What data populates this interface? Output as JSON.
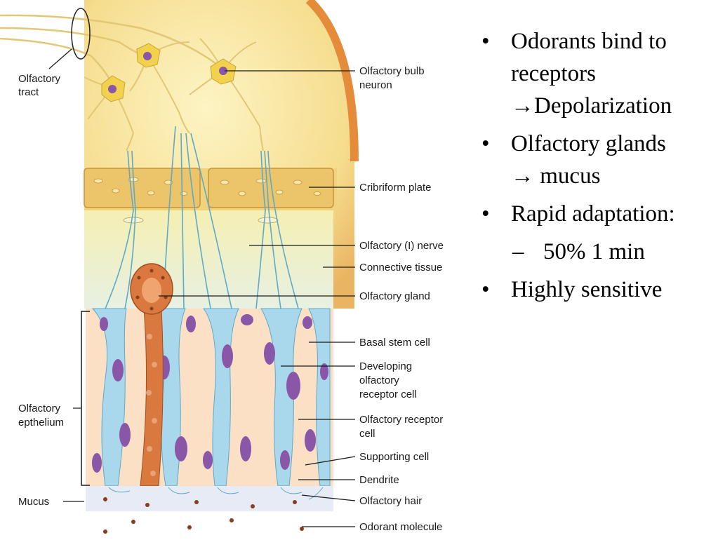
{
  "labels": {
    "olfactory_tract_line1": "Olfactory",
    "olfactory_tract_line2": "tract",
    "olfactory_epithelium_line1": "Olfactory",
    "olfactory_epithelium_line2": "epthelium",
    "mucus": "Mucus",
    "bulb_neuron_line1": "Olfactory bulb",
    "bulb_neuron_line2": "neuron",
    "cribriform_plate": "Cribriform plate",
    "olfactory_nerve": "Olfactory (I) nerve",
    "connective_tissue": "Connective tissue",
    "olfactory_gland": "Olfactory gland",
    "basal_stem_cell": "Basal stem cell",
    "developing_line1": "Developing",
    "developing_line2": "olfactory",
    "developing_line3": "receptor cell",
    "receptor_cell_line1": "Olfactory receptor",
    "receptor_cell_line2": "cell",
    "supporting_cell": "Supporting cell",
    "dendrite": "Dendrite",
    "olfactory_hair": "Olfactory hair",
    "odorant_molecule": "Odorant molecule"
  },
  "bullets": {
    "item1_line1": "Odorants bind to",
    "item1_line2": "receptors",
    "item1_line3": "→Depolarization",
    "item2_line1": "Olfactory glands",
    "item2_line2": "→ mucus",
    "item3": "Rapid adaptation:",
    "item3_sub": "50% 1 min",
    "item4": "Highly sensitive",
    "bullet_char": "•",
    "dash_char": "–"
  },
  "colors": {
    "bulb": "#f6dd8e",
    "bone": "#ecc46a",
    "connective": "#f3f1c6",
    "receptor_cell": "#a9d8ec",
    "supporting_cell": "#fbe0c6",
    "nucleus": "#8a56a8",
    "gland": "#d9783f",
    "nerve": "#5fa9c9"
  }
}
